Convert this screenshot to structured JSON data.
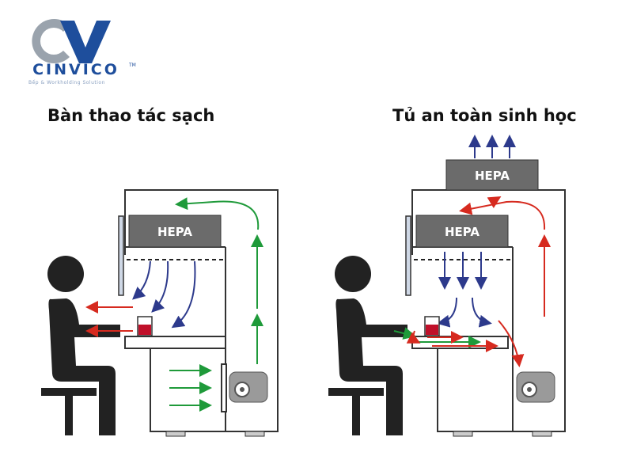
{
  "logo": {
    "brand": "CINVICO",
    "trademark": "TM",
    "tagline": "Bếp & Workholding Solution",
    "colors": {
      "blue": "#1e4e9c",
      "gray": "#9aa3ad"
    }
  },
  "titles": {
    "left": "Bàn thao tác sạch",
    "right": "Tủ an toàn sinh học"
  },
  "filters": {
    "left_hepa": "HEPA",
    "right_top_hepa": "HEPA",
    "right_inner_hepa": "HEPA"
  },
  "colors": {
    "filter_fill": "#6b6b6b",
    "cabinet_stroke": "#333333",
    "person": "#222222",
    "arrow_blue": "#2d3a8c",
    "arrow_red": "#d62a1f",
    "arrow_green": "#1f9a3a",
    "fan": "#9a9a9a",
    "liquid": "#c0102a"
  }
}
